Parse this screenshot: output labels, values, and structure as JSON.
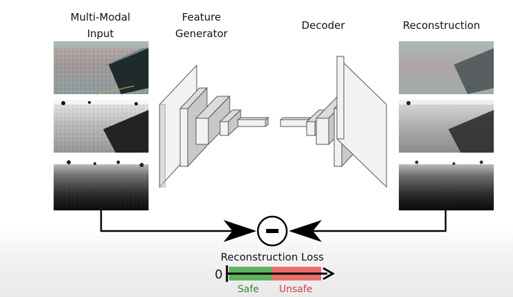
{
  "labels": {
    "input_line1": "Multi-Modal",
    "input_line2": "Input",
    "feature_line1": "Feature",
    "feature_line2": "Generator",
    "decoder": "Decoder",
    "reconstruction": "Reconstruction",
    "loss": "Reconstruction Loss",
    "scale_zero": "0",
    "safe": "Safe",
    "unsafe": "Unsafe"
  },
  "colors": {
    "safe": "#5fb15f",
    "safe_text": "#2e8b2e",
    "unsafe": "#e86e6e",
    "unsafe_text": "#d44040",
    "line": "#000000"
  },
  "icons": {
    "subtract": "minus-circle-icon"
  }
}
